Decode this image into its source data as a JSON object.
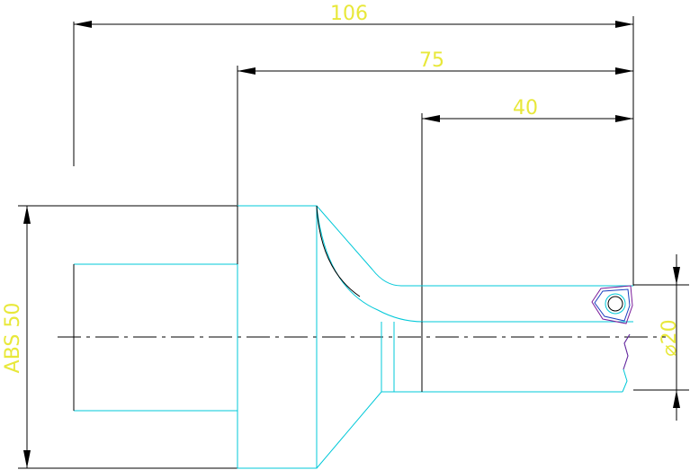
{
  "drawing": {
    "dimensions": {
      "overall_length": "106",
      "mid_length": "75",
      "short_length": "40",
      "shank_diameter": "ABS 50",
      "bore_diameter": "⌀20"
    }
  },
  "colors": {
    "background": "#ffffff",
    "dimension_lines": "#000000",
    "dimension_text": "#e8e83a",
    "outline": "#00c8d8",
    "insert_outline": "#7a1a9a",
    "insert_detail": "#1a3fbf"
  }
}
